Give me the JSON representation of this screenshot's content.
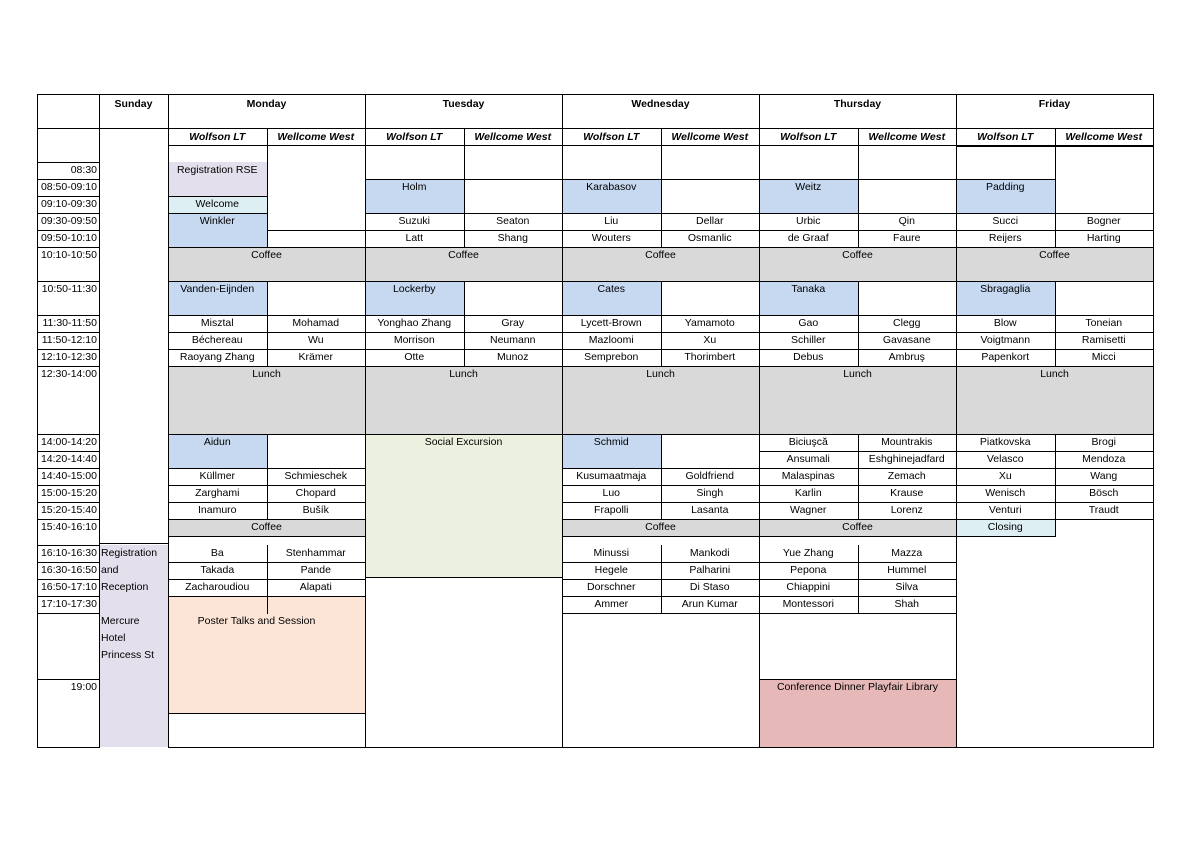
{
  "days": [
    "Sunday",
    "Monday",
    "Tuesday",
    "Wednesday",
    "Thursday",
    "Friday"
  ],
  "rooms": [
    "Wolfson LT",
    "Wellcome West"
  ],
  "times": [
    "08:30",
    "08:50-09:10",
    "09:10-09:30",
    "09:30-09:50",
    "09:50-10:10",
    "10:10-10:50",
    "10:50-11:30",
    "11:30-11:50",
    "11:50-12:10",
    "12:10-12:30",
    "12:30-14:00",
    "14:00-14:20",
    "14:20-14:40",
    "14:40-15:00",
    "15:00-15:20",
    "15:20-15:40",
    "15:40-16:10",
    "16:10-16:30",
    "16:30-16:50",
    "16:50-17:10",
    "17:10-17:30",
    "19:00"
  ],
  "sunday_lines": [
    "Registration",
    "and",
    "Reception",
    "Mercure",
    "Hotel",
    "Princess St"
  ],
  "colors": {
    "blue": "#c6d9f1",
    "coffee": "#d9d9d9",
    "lavender": "#e4dfec",
    "welcome": "#ddeff3",
    "excursion": "#ebf1de",
    "poster": "#fce4d6",
    "dinner": "#e6b8b7"
  },
  "blocks": {
    "registration_rse": "Registration RSE",
    "welcome": "Welcome",
    "coffee": "Coffee",
    "lunch": "Lunch",
    "social_excursion": "Social Excursion",
    "poster": "Poster Talks and Session",
    "dinner": "Conference Dinner Playfair Library",
    "closing": "Closing"
  },
  "talks": {
    "mon": {
      "a": [
        "Winkler",
        "Vanden-Eijnden",
        "Misztal",
        "Béchereau",
        "Raoyang Zhang",
        "Aidun",
        "Küllmer",
        "Zarghami",
        "Inamuro",
        "Ba",
        "Takada",
        "Zacharoudiou"
      ],
      "b": [
        "Mohamad",
        "Wu",
        "Krämer",
        "Schmieschek",
        "Chopard",
        "Bušík",
        "Stenhammar",
        "Pande",
        "Alapati"
      ]
    },
    "tue": {
      "a": [
        "Holm",
        "Suzuki",
        "Latt",
        "Lockerby",
        "Yonghao Zhang",
        "Morrison",
        "Otte"
      ],
      "b": [
        "Seaton",
        "Shang",
        "Gray",
        "Neumann",
        "Munoz"
      ]
    },
    "wed": {
      "a": [
        "Karabasov",
        "Liu",
        "Wouters",
        "Cates",
        "Lycett-Brown",
        "Mazloomi",
        "Semprebon",
        "Schmid",
        "Kusumaatmaja",
        "Luo",
        "Frapolli",
        "Minussi",
        "Hegele",
        "Dorschner",
        "Ammer"
      ],
      "b": [
        "Dellar",
        "Osmanlic",
        "Yamamoto",
        "Xu",
        "Thorimbert",
        "Goldfriend",
        "Singh",
        "Lasanta",
        "Mankodi",
        "Palharini",
        "Di Staso",
        "Arun Kumar"
      ]
    },
    "thu": {
      "a": [
        "Weitz",
        "Urbic",
        "de Graaf",
        "Tanaka",
        "Gao",
        "Schiller",
        "Debus",
        "Biciuşcă",
        "Ansumali",
        "Malaspinas",
        "Karlin",
        "Wagner",
        "Yue Zhang",
        "Pepona",
        "Chiappini",
        "Montessori"
      ],
      "b": [
        "Qin",
        "Faure",
        "Clegg",
        "Gavasane",
        "Ambruş",
        "Mountrakis",
        "Eshghinejadfard",
        "Zemach",
        "Krause",
        "Lorenz",
        "Mazza",
        "Hummel",
        "Silva",
        "Shah"
      ]
    },
    "fri": {
      "a": [
        "Padding",
        "Succi",
        "Reijers",
        "Sbragaglia",
        "Blow",
        "Voigtmann",
        "Papenkort",
        "Piatkovska",
        "Velasco",
        "Xu",
        "Wenisch",
        "Venturi"
      ],
      "b": [
        "Bogner",
        "Harting",
        "Toneian",
        "Ramisetti",
        "Micci",
        "Brogi",
        "Mendoza",
        "Wang",
        "Bösch",
        "Traudt"
      ]
    }
  }
}
